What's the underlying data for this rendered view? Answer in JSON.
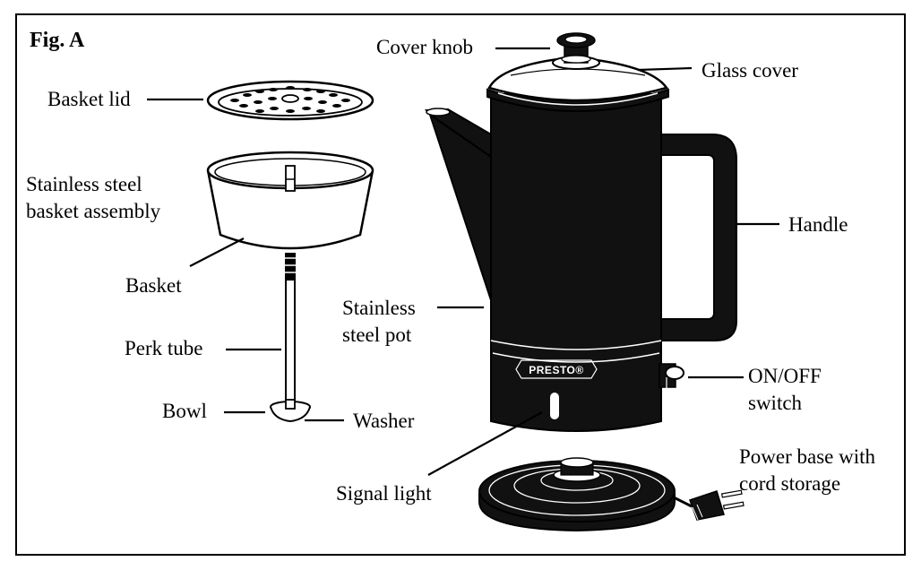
{
  "figure_label": "Fig. A",
  "brand": "PRESTO®",
  "labels": {
    "cover_knob": "Cover knob",
    "glass_cover": "Glass cover",
    "basket_lid": "Basket lid",
    "basket_assembly_line1": "Stainless steel",
    "basket_assembly_line2": "basket assembly",
    "handle": "Handle",
    "basket": "Basket",
    "stainless_pot_line1": "Stainless",
    "stainless_pot_line2": "steel pot",
    "perk_tube": "Perk tube",
    "on_off_line1": "ON/OFF",
    "on_off_line2": "switch",
    "bowl": "Bowl",
    "washer": "Washer",
    "power_base_line1": "Power base with",
    "power_base_line2": "cord storage",
    "signal_light": "Signal light"
  },
  "colors": {
    "ink": "#000000",
    "paper": "#ffffff",
    "body_dark": "#111111"
  }
}
